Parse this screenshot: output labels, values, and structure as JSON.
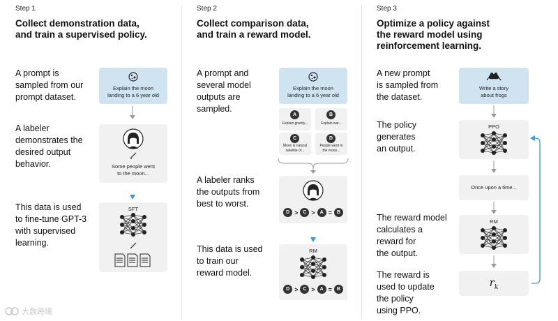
{
  "step1": {
    "label": "Step 1",
    "heading": "Collect demonstration data,\nand train a supervised policy.",
    "desc1": "A prompt is\nsampled from our\nprompt dataset.",
    "prompt": "Explain the moon\nlanding to a 6 year old",
    "desc2": "A labeler\ndemonstrates the\ndesired output\nbehavior.",
    "demo_text": "Some people went\nto the moon...",
    "desc3": "This data is used\nto fine-tune GPT-3\nwith supervised\nlearning.",
    "model": "SFT"
  },
  "step2": {
    "label": "Step 2",
    "heading": "Collect comparison data,\nand train a reward model.",
    "desc1": "A prompt and\nseveral model\noutputs are\nsampled.",
    "prompt": "Explain the moon\nlanding to a 6 year old",
    "outputs": [
      {
        "letter": "A",
        "text": "Explain gravity..."
      },
      {
        "letter": "B",
        "text": "Explain war..."
      },
      {
        "letter": "C",
        "text": "Moon is natural\nsatellite of..."
      },
      {
        "letter": "D",
        "text": "People went to\nthe moon..."
      }
    ],
    "desc2": "A labeler ranks\nthe outputs from\nbest to worst.",
    "ranking": [
      "D",
      ">",
      "C",
      ">",
      "A",
      "=",
      "B"
    ],
    "desc3": "This data is used\nto train our\nreward model.",
    "model": "RM"
  },
  "step3": {
    "label": "Step 3",
    "heading": "Optimize a policy against\nthe reward model using\nreinforcement learning.",
    "desc1": "A new prompt\nis sampled from\nthe dataset.",
    "prompt": "Write a story\nabout frogs",
    "desc2": "The policy\ngenerates\nan output.",
    "policy_model": "PPO",
    "output": "Once upon a time...",
    "desc3": "The reward model\ncalculates a\nreward for\nthe output.",
    "reward_model": "RM",
    "desc4": "The reward is\nused to update\nthe policy\nusing PPO.",
    "reward": "r",
    "reward_sub": "k"
  },
  "watermark": "大数跨境",
  "colors": {
    "prompt_box": "#cfe3f1",
    "gray_box": "#f1f1f1",
    "arrow_gray": "#9a9a9a",
    "arrow_blue": "#3a9ad9",
    "text": "#111111"
  }
}
